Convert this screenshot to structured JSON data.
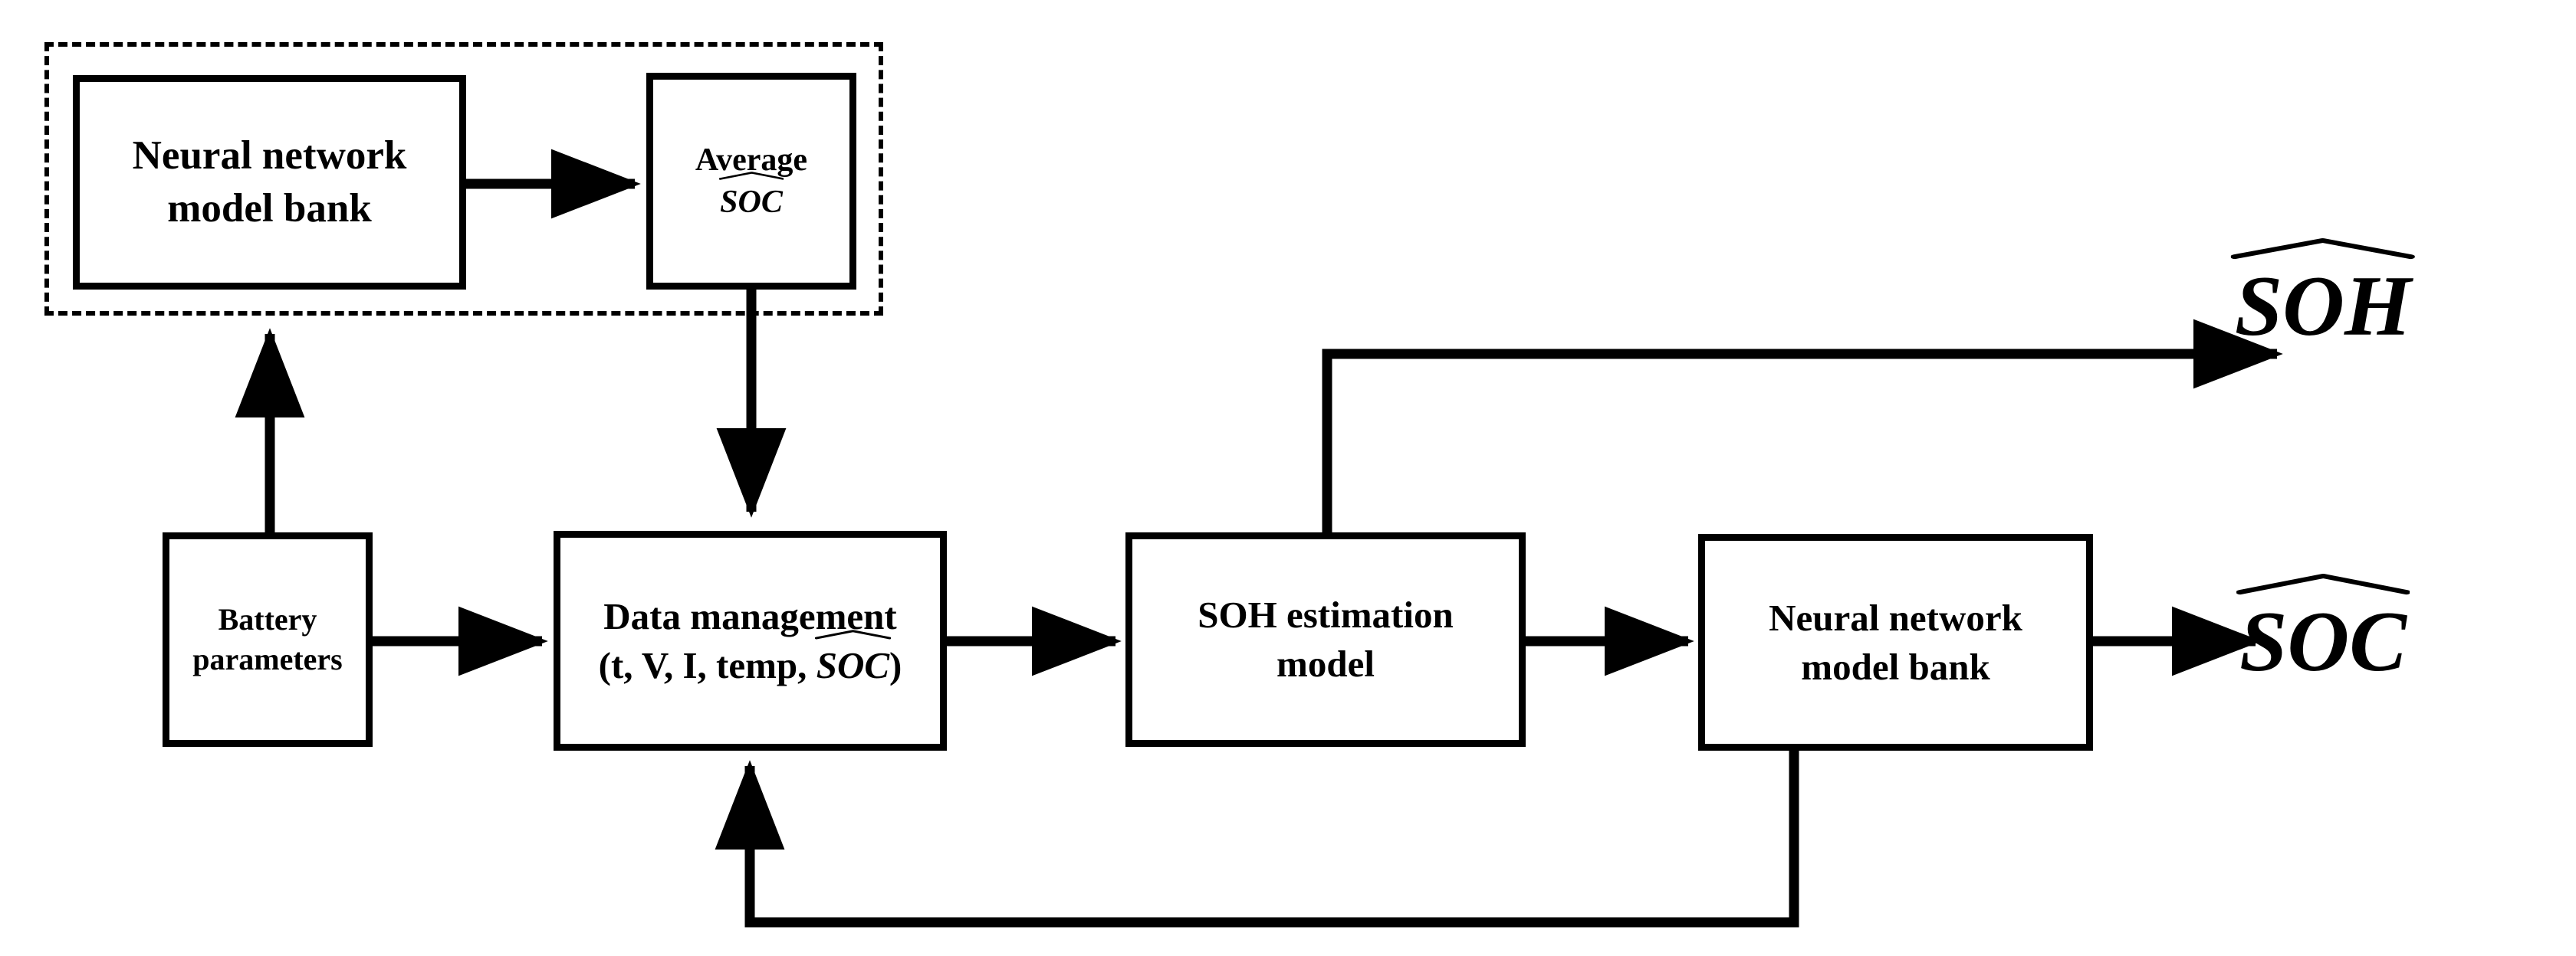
{
  "diagram": {
    "title": "Battery SOC and SOH co-estimation framework block diagram",
    "background_color": "#ffffff",
    "line_color": "#000000",
    "group": {
      "name": "soc-estimator-group",
      "border_style": "dashed",
      "label": ""
    },
    "nodes": [
      {
        "id": "nn-top",
        "line1": "Neural network",
        "line2": "model bank"
      },
      {
        "id": "avg-soc",
        "line1": "Average",
        "line2": "SOC",
        "line2_has_hat": true
      },
      {
        "id": "battery",
        "line1": "Battery",
        "line2": "parameters"
      },
      {
        "id": "data-mgmt",
        "line1": "Data management",
        "line2_prefix": "(t, V, I, temp, ",
        "line2_symbol": "SOC",
        "line2_suffix": ")",
        "line2_has_hat": true
      },
      {
        "id": "soh-model",
        "line1": "SOH estimation",
        "line2": "model"
      },
      {
        "id": "nn-bottom",
        "line1": "Neural network",
        "line2": "model bank"
      }
    ],
    "outputs": [
      {
        "id": "soh-out",
        "symbol": "SOH",
        "has_hat": true
      },
      {
        "id": "soc-out",
        "symbol": "SOC",
        "has_hat": true
      }
    ],
    "edges": [
      {
        "id": "nn-top-to-avg-soc",
        "from": "nn-top",
        "to": "avg-soc",
        "direction": "right"
      },
      {
        "id": "avg-soc-to-data-mgmt",
        "from": "avg-soc",
        "to": "data-mgmt",
        "direction": "down"
      },
      {
        "id": "battery-to-group",
        "from": "battery",
        "to": "soc-estimator-group",
        "direction": "up"
      },
      {
        "id": "battery-to-data-mgmt",
        "from": "battery",
        "to": "data-mgmt",
        "direction": "right"
      },
      {
        "id": "data-mgmt-to-soh-model",
        "from": "data-mgmt",
        "to": "soh-model",
        "direction": "right"
      },
      {
        "id": "soh-model-to-soh-out",
        "from": "soh-model",
        "to": "soh-out",
        "direction": "up-then-right"
      },
      {
        "id": "soh-model-to-nn-bottom",
        "from": "soh-model",
        "to": "nn-bottom",
        "direction": "right"
      },
      {
        "id": "nn-bottom-to-soc-out",
        "from": "nn-bottom",
        "to": "soc-out",
        "direction": "right"
      },
      {
        "id": "nn-bottom-feedback-to-data-mgmt",
        "from": "nn-bottom",
        "to": "data-mgmt",
        "direction": "down-left-up"
      }
    ]
  }
}
